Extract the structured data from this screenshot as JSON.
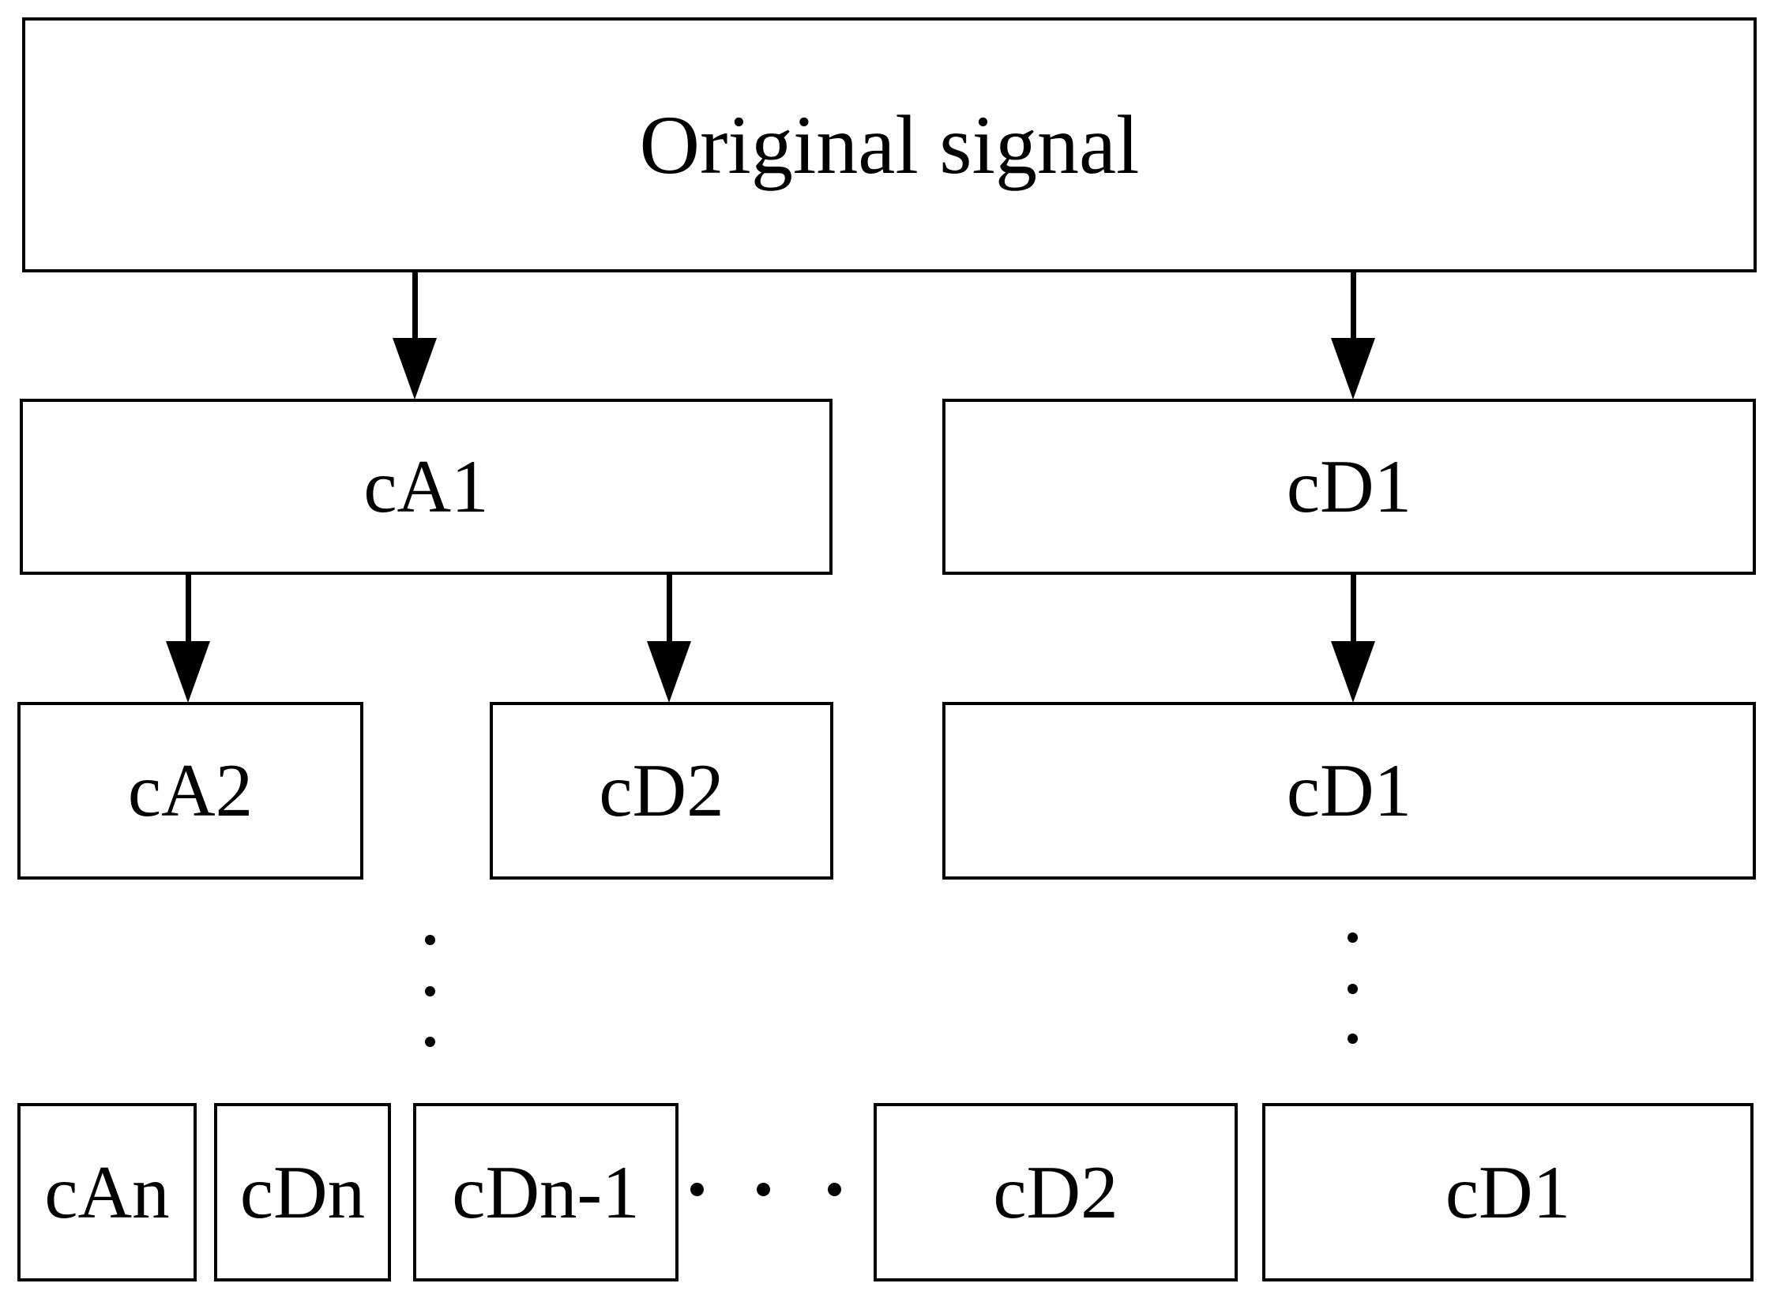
{
  "colors": {
    "background": "#ffffff",
    "line": "#000000",
    "text": "#000000"
  },
  "nodes": {
    "original_signal": {
      "label": "Original signal"
    },
    "ca1": {
      "label": "cA1"
    },
    "cd1_level1": {
      "label": "cD1"
    },
    "ca2": {
      "label": "cA2"
    },
    "cd2_level2": {
      "label": "cD2"
    },
    "cd1_level2": {
      "label": "cD1"
    },
    "can_level_n": {
      "label": "cAn"
    },
    "cdn_level_n": {
      "label": "cDn"
    },
    "cdn_minus_1": {
      "label": "cDn-1"
    },
    "cd2_level_n": {
      "label": "cD2"
    },
    "cd1_level_n": {
      "label": "cD1"
    }
  },
  "ellipsis": {
    "vertical_columns": 2,
    "dots_per_vertical_column": 3,
    "horizontal_dots": 3
  }
}
